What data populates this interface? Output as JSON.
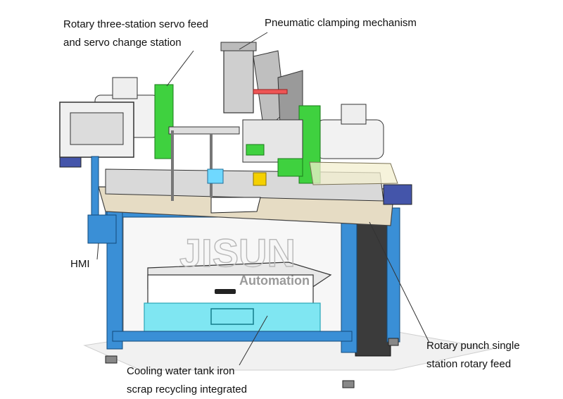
{
  "labels": {
    "rotary_feed": [
      "Rotary three-station servo feed",
      "and servo change station"
    ],
    "clamping": "Pneumatic clamping mechanism",
    "hmi": "HMI",
    "punch": [
      "Rotary punch single",
      "station rotary feed"
    ],
    "tank": [
      "Cooling water tank iron",
      "scrap recycling integrated"
    ]
  },
  "watermark": {
    "brand": "JISUN",
    "sub": "Automation"
  },
  "colors": {
    "frame_blue": "#3a8fd6",
    "accent_green": "#3fd13f",
    "tank_cyan": "#7fe6f2",
    "motor_blue": "#4455aa",
    "leader_line": "#333333"
  },
  "icons": [
    "punch-machine-illustration"
  ]
}
